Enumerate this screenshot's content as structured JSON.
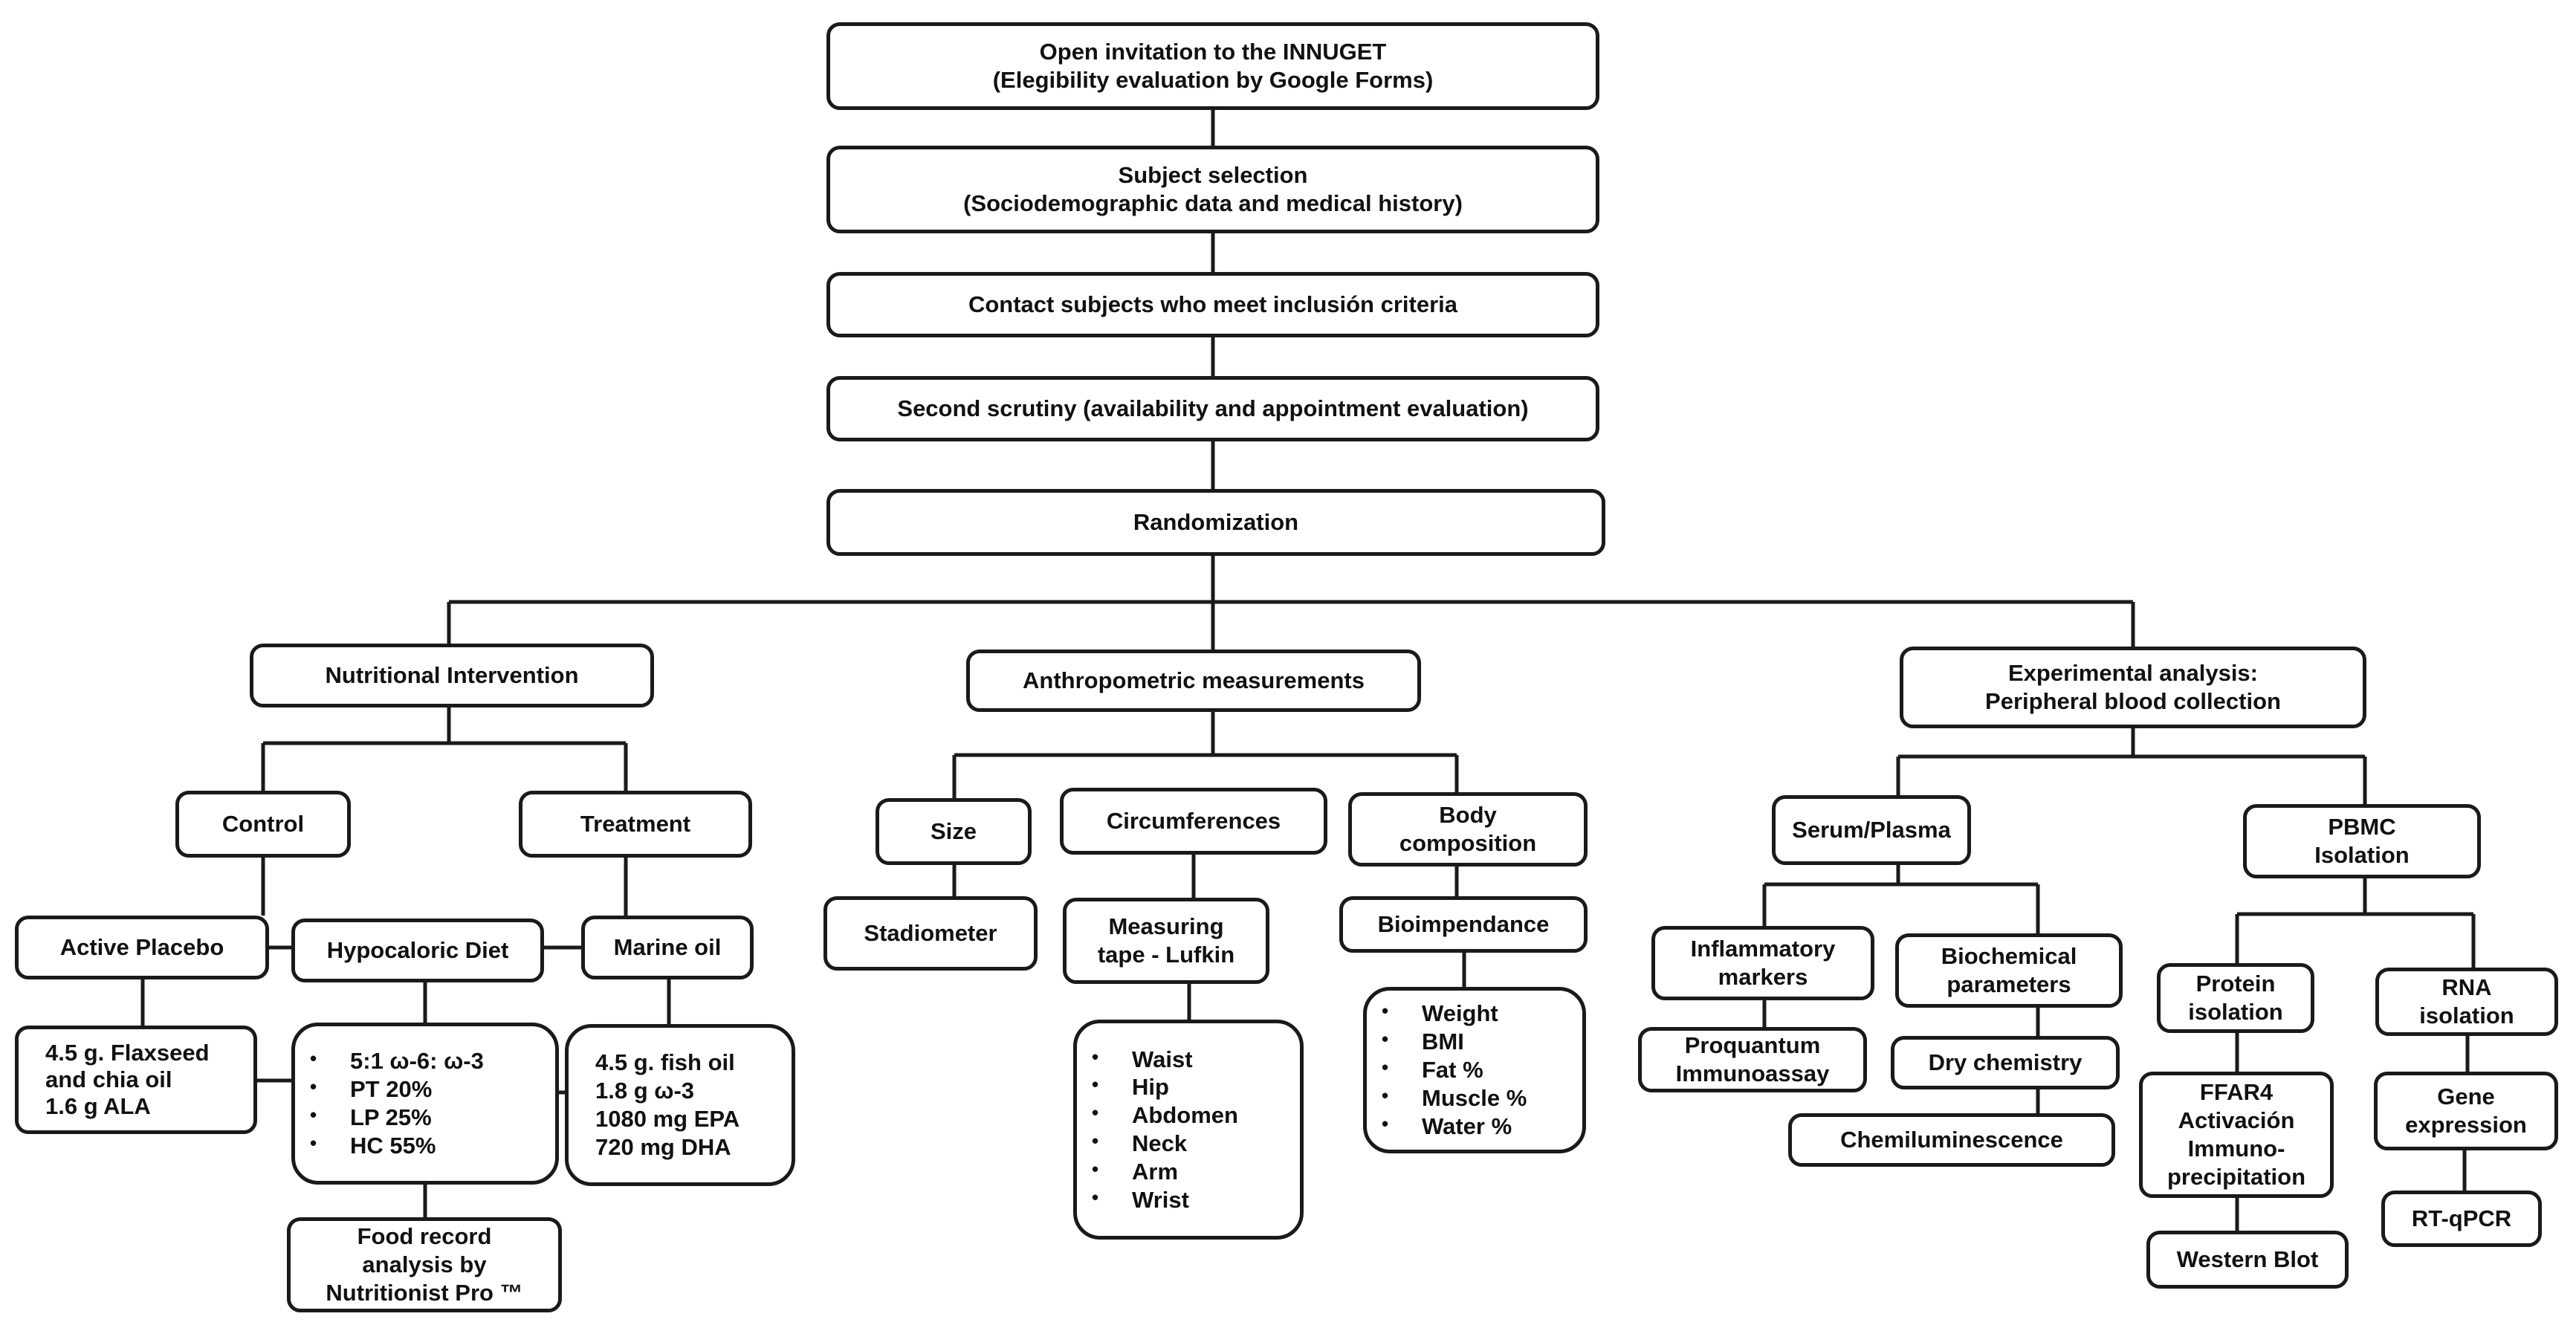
{
  "flowchart": {
    "top_steps": [
      {
        "id": "invitation",
        "lines": [
          "Open invitation to the INNUGET",
          "(Elegibility evaluation by Google Forms)"
        ]
      },
      {
        "id": "selection",
        "lines": [
          "Subject selection",
          "(Sociodemographic data and medical history)"
        ]
      },
      {
        "id": "contact",
        "lines": [
          "Contact subjects who meet inclusión criteria"
        ]
      },
      {
        "id": "scrutiny",
        "lines": [
          "Second scrutiny (availability and appointment evaluation)"
        ]
      },
      {
        "id": "randomization",
        "lines": [
          "Randomization"
        ]
      }
    ],
    "nutritional": {
      "title": [
        "Nutritional Intervention"
      ],
      "control": [
        "Control"
      ],
      "treatment": [
        "Treatment"
      ],
      "active_placebo": [
        "Active Placebo"
      ],
      "hypocaloric_diet": [
        "Hypocaloric Diet"
      ],
      "marine_oil": [
        "Marine oil"
      ],
      "placebo_detail": [
        "4.5 g. Flaxseed",
        "and chia oil",
        "1.6 g ALA"
      ],
      "diet_detail": [
        "5:1 ω-6: ω-3",
        "PT 20%",
        "LP 25%",
        "HC 55%"
      ],
      "marine_detail": [
        "4.5 g. fish oil",
        "1.8 g ω-3",
        "1080 mg EPA",
        "720 mg DHA"
      ],
      "food_record": [
        "Food record",
        "analysis by",
        "Nutritionist Pro ™"
      ]
    },
    "anthropometric": {
      "title": [
        "Anthropometric measurements"
      ],
      "size": [
        "Size"
      ],
      "circumferences": [
        "Circumferences"
      ],
      "body_composition": [
        "Body",
        "composition"
      ],
      "stadiometer": [
        "Stadiometer"
      ],
      "measuring_tape": [
        "Measuring",
        "tape - Lufkin"
      ],
      "bioimpedance": [
        "Bioimpendance"
      ],
      "circ_items": [
        "Waist",
        "Hip",
        "Abdomen",
        "Neck",
        "Arm",
        "Wrist"
      ],
      "body_items": [
        "Weight",
        "BMI",
        "Fat %",
        "Muscle %",
        "Water %"
      ]
    },
    "experimental": {
      "title": [
        "Experimental analysis:",
        "Peripheral blood collection"
      ],
      "serum": [
        "Serum/Plasma"
      ],
      "pbmc": [
        "PBMC",
        "Isolation"
      ],
      "inflammatory": [
        "Inflammatory",
        "markers"
      ],
      "biochemical": [
        "Biochemical",
        "parameters"
      ],
      "proquantum": [
        "Proquantum",
        "Immunoassay"
      ],
      "dry_chemistry": [
        "Dry chemistry"
      ],
      "chemiluminescence": [
        "Chemiluminescence"
      ],
      "protein_isolation": [
        "Protein",
        "isolation"
      ],
      "rna_isolation": [
        "RNA",
        "isolation"
      ],
      "ffar4": [
        "FFAR4",
        "Activación",
        "Immuno-",
        "precipitation"
      ],
      "gene_expression": [
        "Gene",
        "expression"
      ],
      "western_blot": [
        "Western Blot"
      ],
      "rt_qpcr": [
        "RT-qPCR"
      ]
    }
  }
}
